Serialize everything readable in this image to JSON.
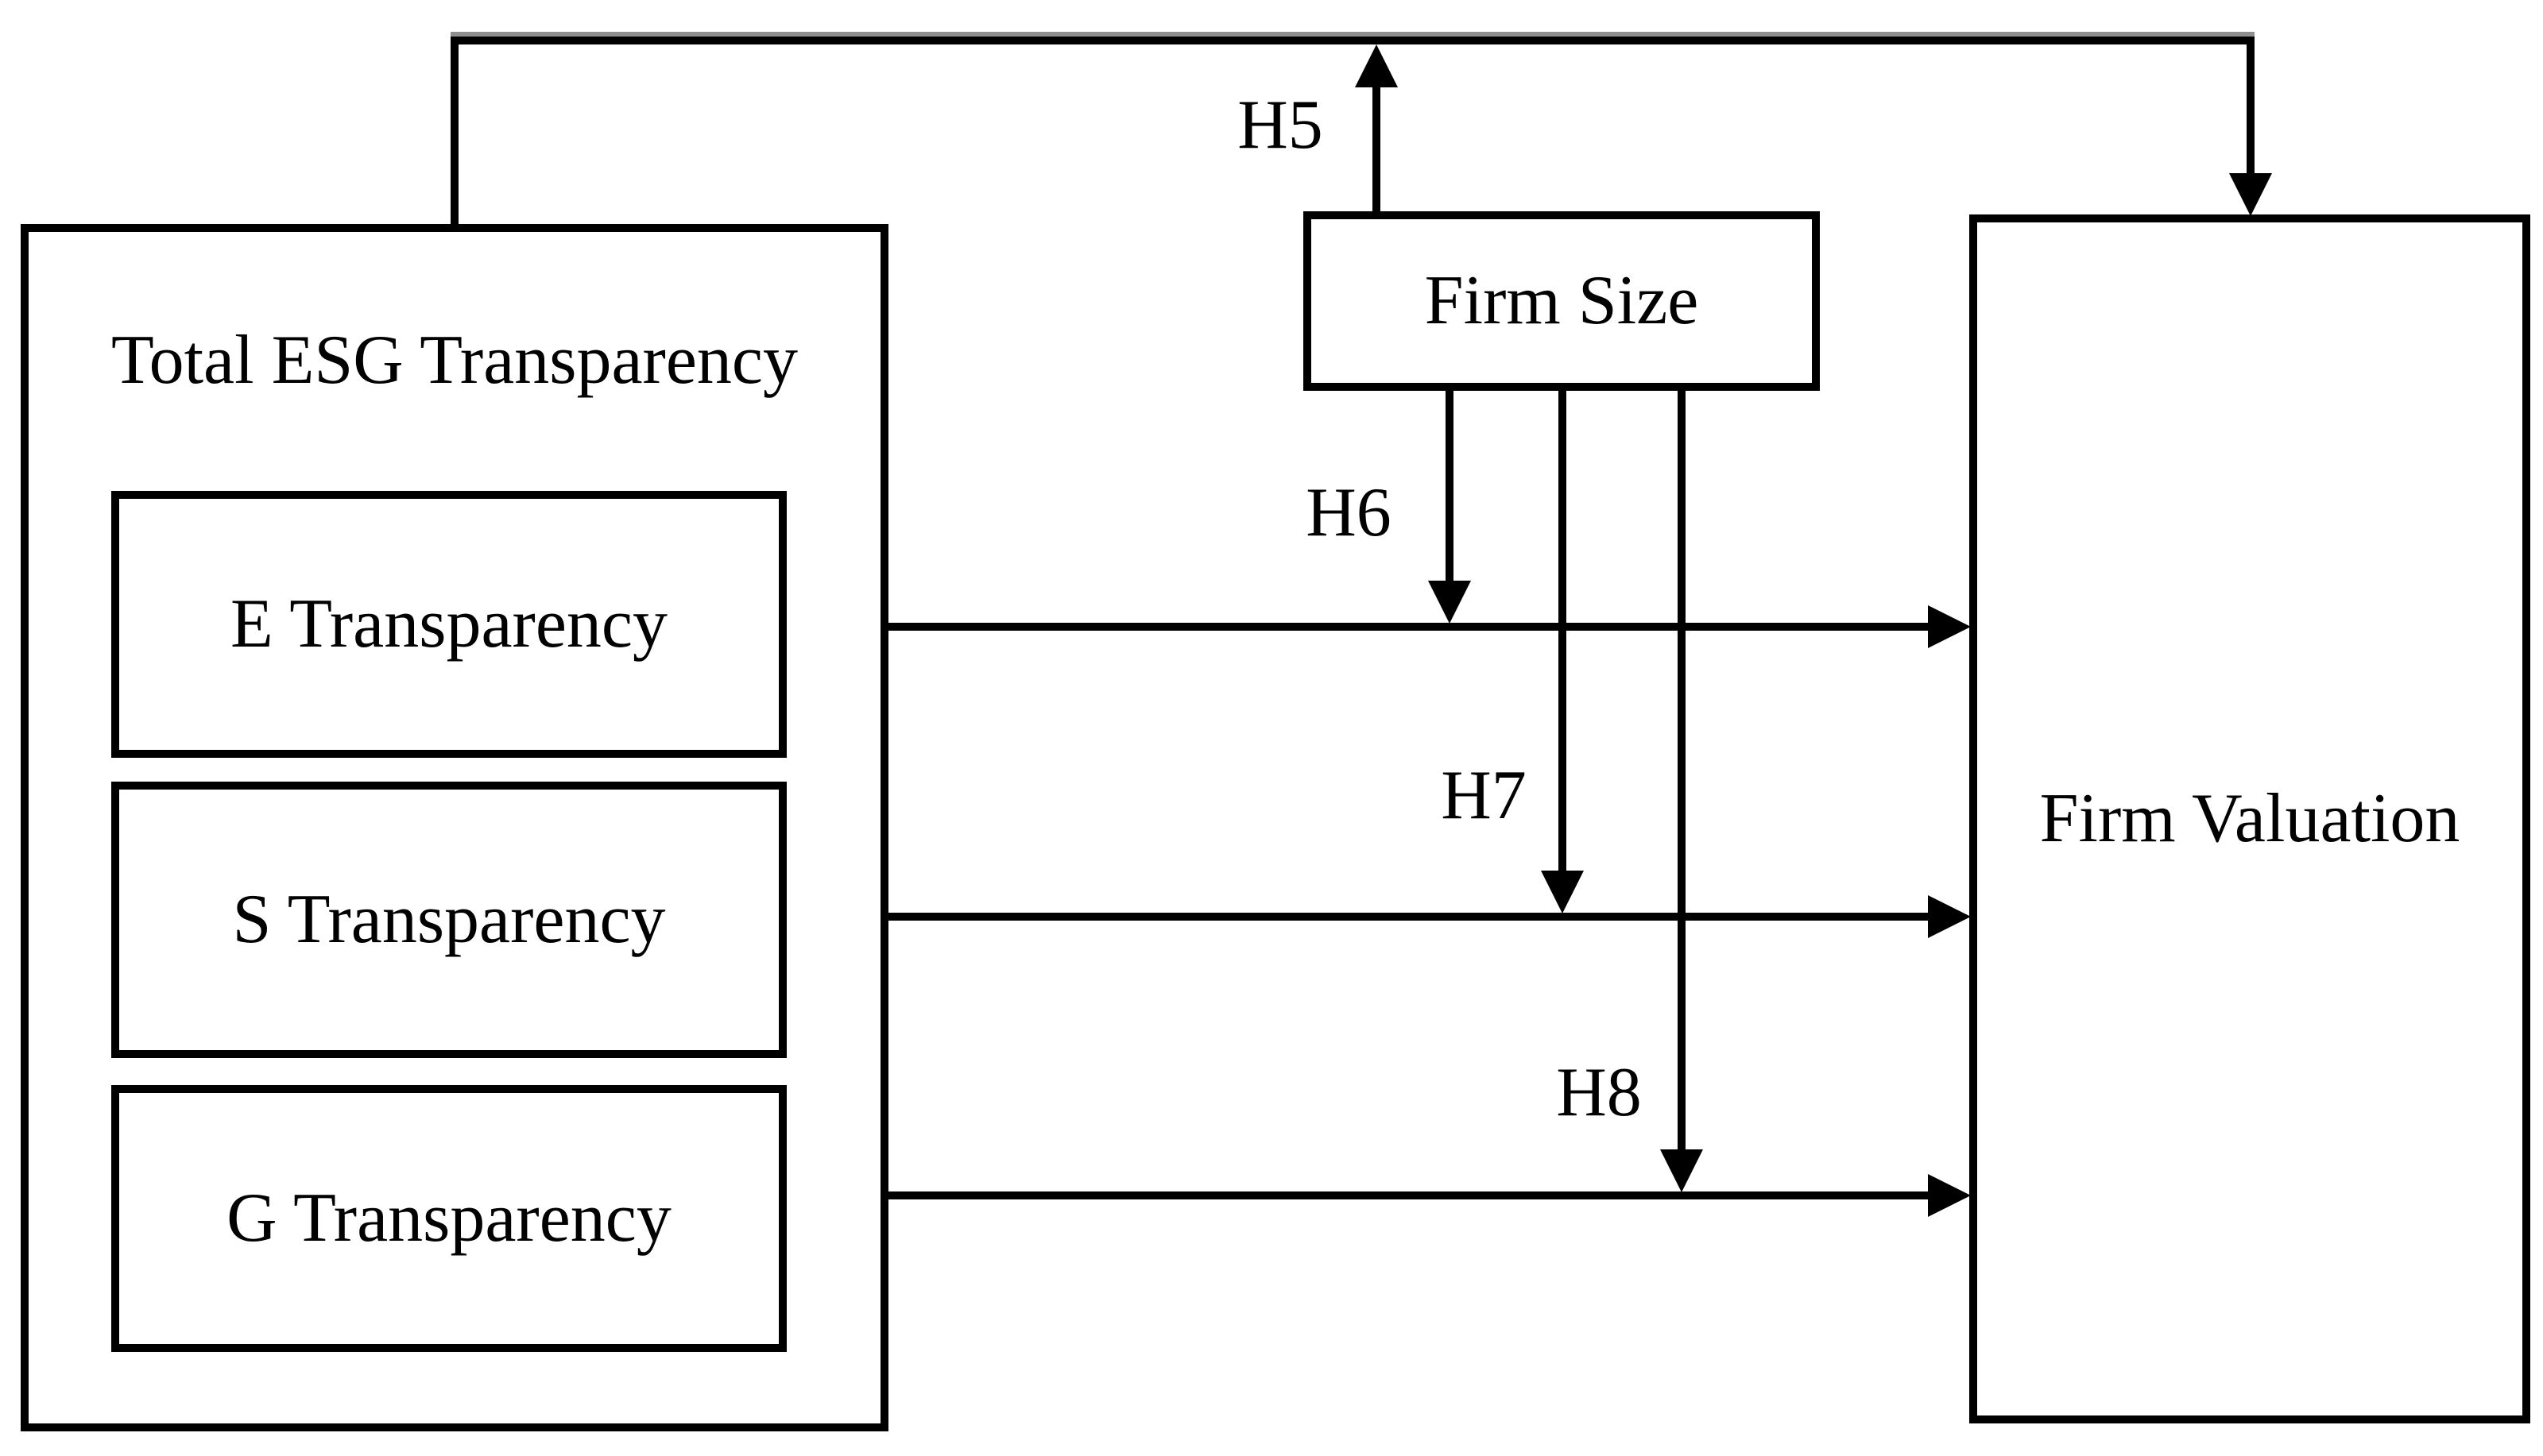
{
  "figure": {
    "background_color": "#ffffff",
    "line_color": "#000000",
    "text_color": "#000000"
  },
  "nodes": {
    "total_esg": {
      "label": "Total ESG Transparency"
    },
    "e_transparency": {
      "label": "E Transparency"
    },
    "s_transparency": {
      "label": "S Transparency"
    },
    "g_transparency": {
      "label": "G Transparency"
    },
    "firm_size": {
      "label": "Firm Size"
    },
    "firm_valuation": {
      "label": "Firm Valuation"
    }
  },
  "hypothesis_labels": {
    "h5": "H5",
    "h6": "H6",
    "h7": "H7",
    "h8": "H8"
  },
  "arrows": [
    {
      "from": "total_esg",
      "to": "firm_valuation",
      "label": ""
    },
    {
      "from": "e_transparency",
      "to": "firm_valuation",
      "label": ""
    },
    {
      "from": "s_transparency",
      "to": "firm_valuation",
      "label": ""
    },
    {
      "from": "g_transparency",
      "to": "firm_valuation",
      "label": ""
    },
    {
      "from": "firm_size",
      "to": "arrow:total_esg-firm_valuation",
      "label": "H5"
    },
    {
      "from": "firm_size",
      "to": "arrow:e_transparency-firm_valuation",
      "label": "H6"
    },
    {
      "from": "firm_size",
      "to": "arrow:s_transparency-firm_valuation",
      "label": "H7"
    },
    {
      "from": "firm_size",
      "to": "arrow:g_transparency-firm_valuation",
      "label": "H8"
    }
  ]
}
